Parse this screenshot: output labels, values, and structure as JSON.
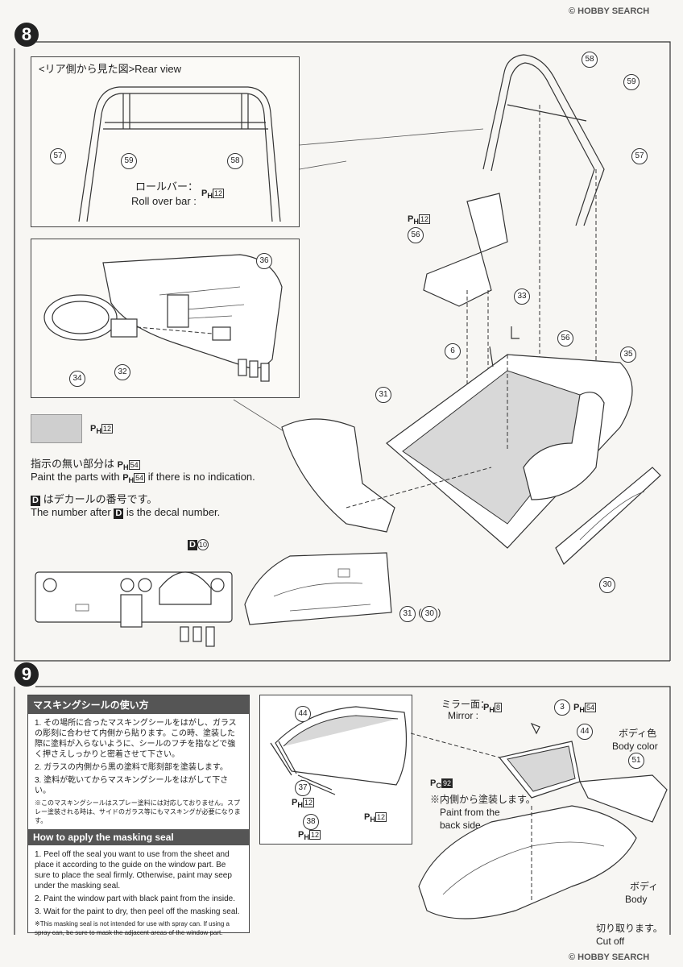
{
  "step8": {
    "number": "8",
    "rear_view_title": "<リア側から見た図>Rear view",
    "roll_bar_jp": "ロールバー：",
    "roll_bar_en": "Roll over bar :",
    "roll_bar_paint": "12",
    "callouts": {
      "c57a": "57",
      "c59a": "59",
      "c58a": "58",
      "c58b": "58",
      "c59b": "59",
      "c57b": "57",
      "c56a": "56",
      "c33": "33",
      "c6": "6",
      "c56b": "56",
      "c35": "35",
      "c31a": "31",
      "c36": "36",
      "c32": "32",
      "c34": "34",
      "c30": "30",
      "c31b": "31",
      "c30b": "30",
      "d10": "10"
    },
    "seat_paint": "12",
    "swatch_paint": "12",
    "note1_jp": "指示の無い部分は",
    "note1_jp_code": "54",
    "note1_en": "Paint the parts with",
    "note1_en_code": "54",
    "note1_en_tail": "if there is no indication.",
    "note2_jp": "はデカールの番号です。",
    "note2_en_a": "The number after",
    "note2_en_b": "is the decal number.",
    "decal_letter": "D",
    "ph_prefix": "P",
    "ph_sub": "H",
    "pc_sub": "C"
  },
  "step9": {
    "number": "9",
    "masking_title_jp": "マスキングシールの使い方",
    "masking_jp": [
      "1. その場所に合ったマスキングシールをはがし、ガラスの彫刻に合わせて内側から貼ります。この時、塗装した際に塗料が入らないように、シールのフチを指などで強く押さえしっかりと密着させて下さい。",
      "2. ガラスの内側から黒の塗料で彫刻部を塗装します。",
      "3. 塗料が乾いてからマスキングシールをはがして下さい。"
    ],
    "masking_jp_note": "※このマスキングシールはスプレー塗料には対応しておりません。スプレー塗装される時は、サイドのガラス等にもマスキングが必要になります。",
    "masking_title_en": "How to apply the masking seal",
    "masking_en": [
      "1. Peel off the seal you want to use from the sheet and place it according to the guide on the window part. Be sure to place the seal firmly. Otherwise, paint may seep under the masking seal.",
      "2. Paint the window part with black paint from the inside.",
      "3. Wait for the paint to dry, then peel off the masking seal."
    ],
    "masking_en_note": "※This masking seal is not intended for use with spray can. If using a spray can, be sure to mask the adjacent areas of the window part.",
    "callouts": {
      "c44a": "44",
      "c37": "37",
      "c38": "38",
      "c3": "3",
      "c44b": "44",
      "c51": "51"
    },
    "paint_37": "12",
    "paint_38": "12",
    "paint_44": "12",
    "mirror_jp": "ミラー面：",
    "mirror_en": "Mirror :",
    "mirror_paint": "8",
    "part3_paint": "54",
    "inner_paint": "92",
    "inner_jp": "※内側から塗装します。",
    "inner_en1": "Paint from the",
    "inner_en2": "back side.",
    "body_color_jp": "ボディ色",
    "body_color_en": "Body color",
    "body_jp": "ボディ",
    "body_en": "Body",
    "cutoff_jp": "切り取ります。",
    "cutoff_en": "Cut off"
  },
  "watermark": "© HOBBY SEARCH"
}
